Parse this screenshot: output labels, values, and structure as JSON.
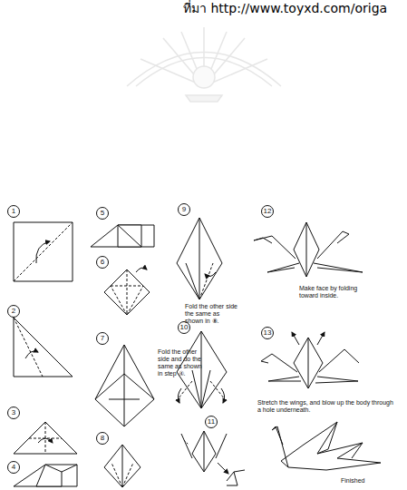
{
  "diagram": {
    "labels": [
      "ที่มา http://www.toyxd.com/origa",
      "1",
      "2",
      "3",
      "4",
      "5",
      "6",
      "7",
      "8",
      "9",
      "10",
      "11",
      "12",
      "13",
      "Fold the other side and do the same as shown in step ④.",
      "Fold the other side the same as shown in ⑧.",
      "Make face by folding toward inside.",
      "Stretch the wings, and blow up the body through a hole underneath.",
      "Finished"
    ]
  }
}
